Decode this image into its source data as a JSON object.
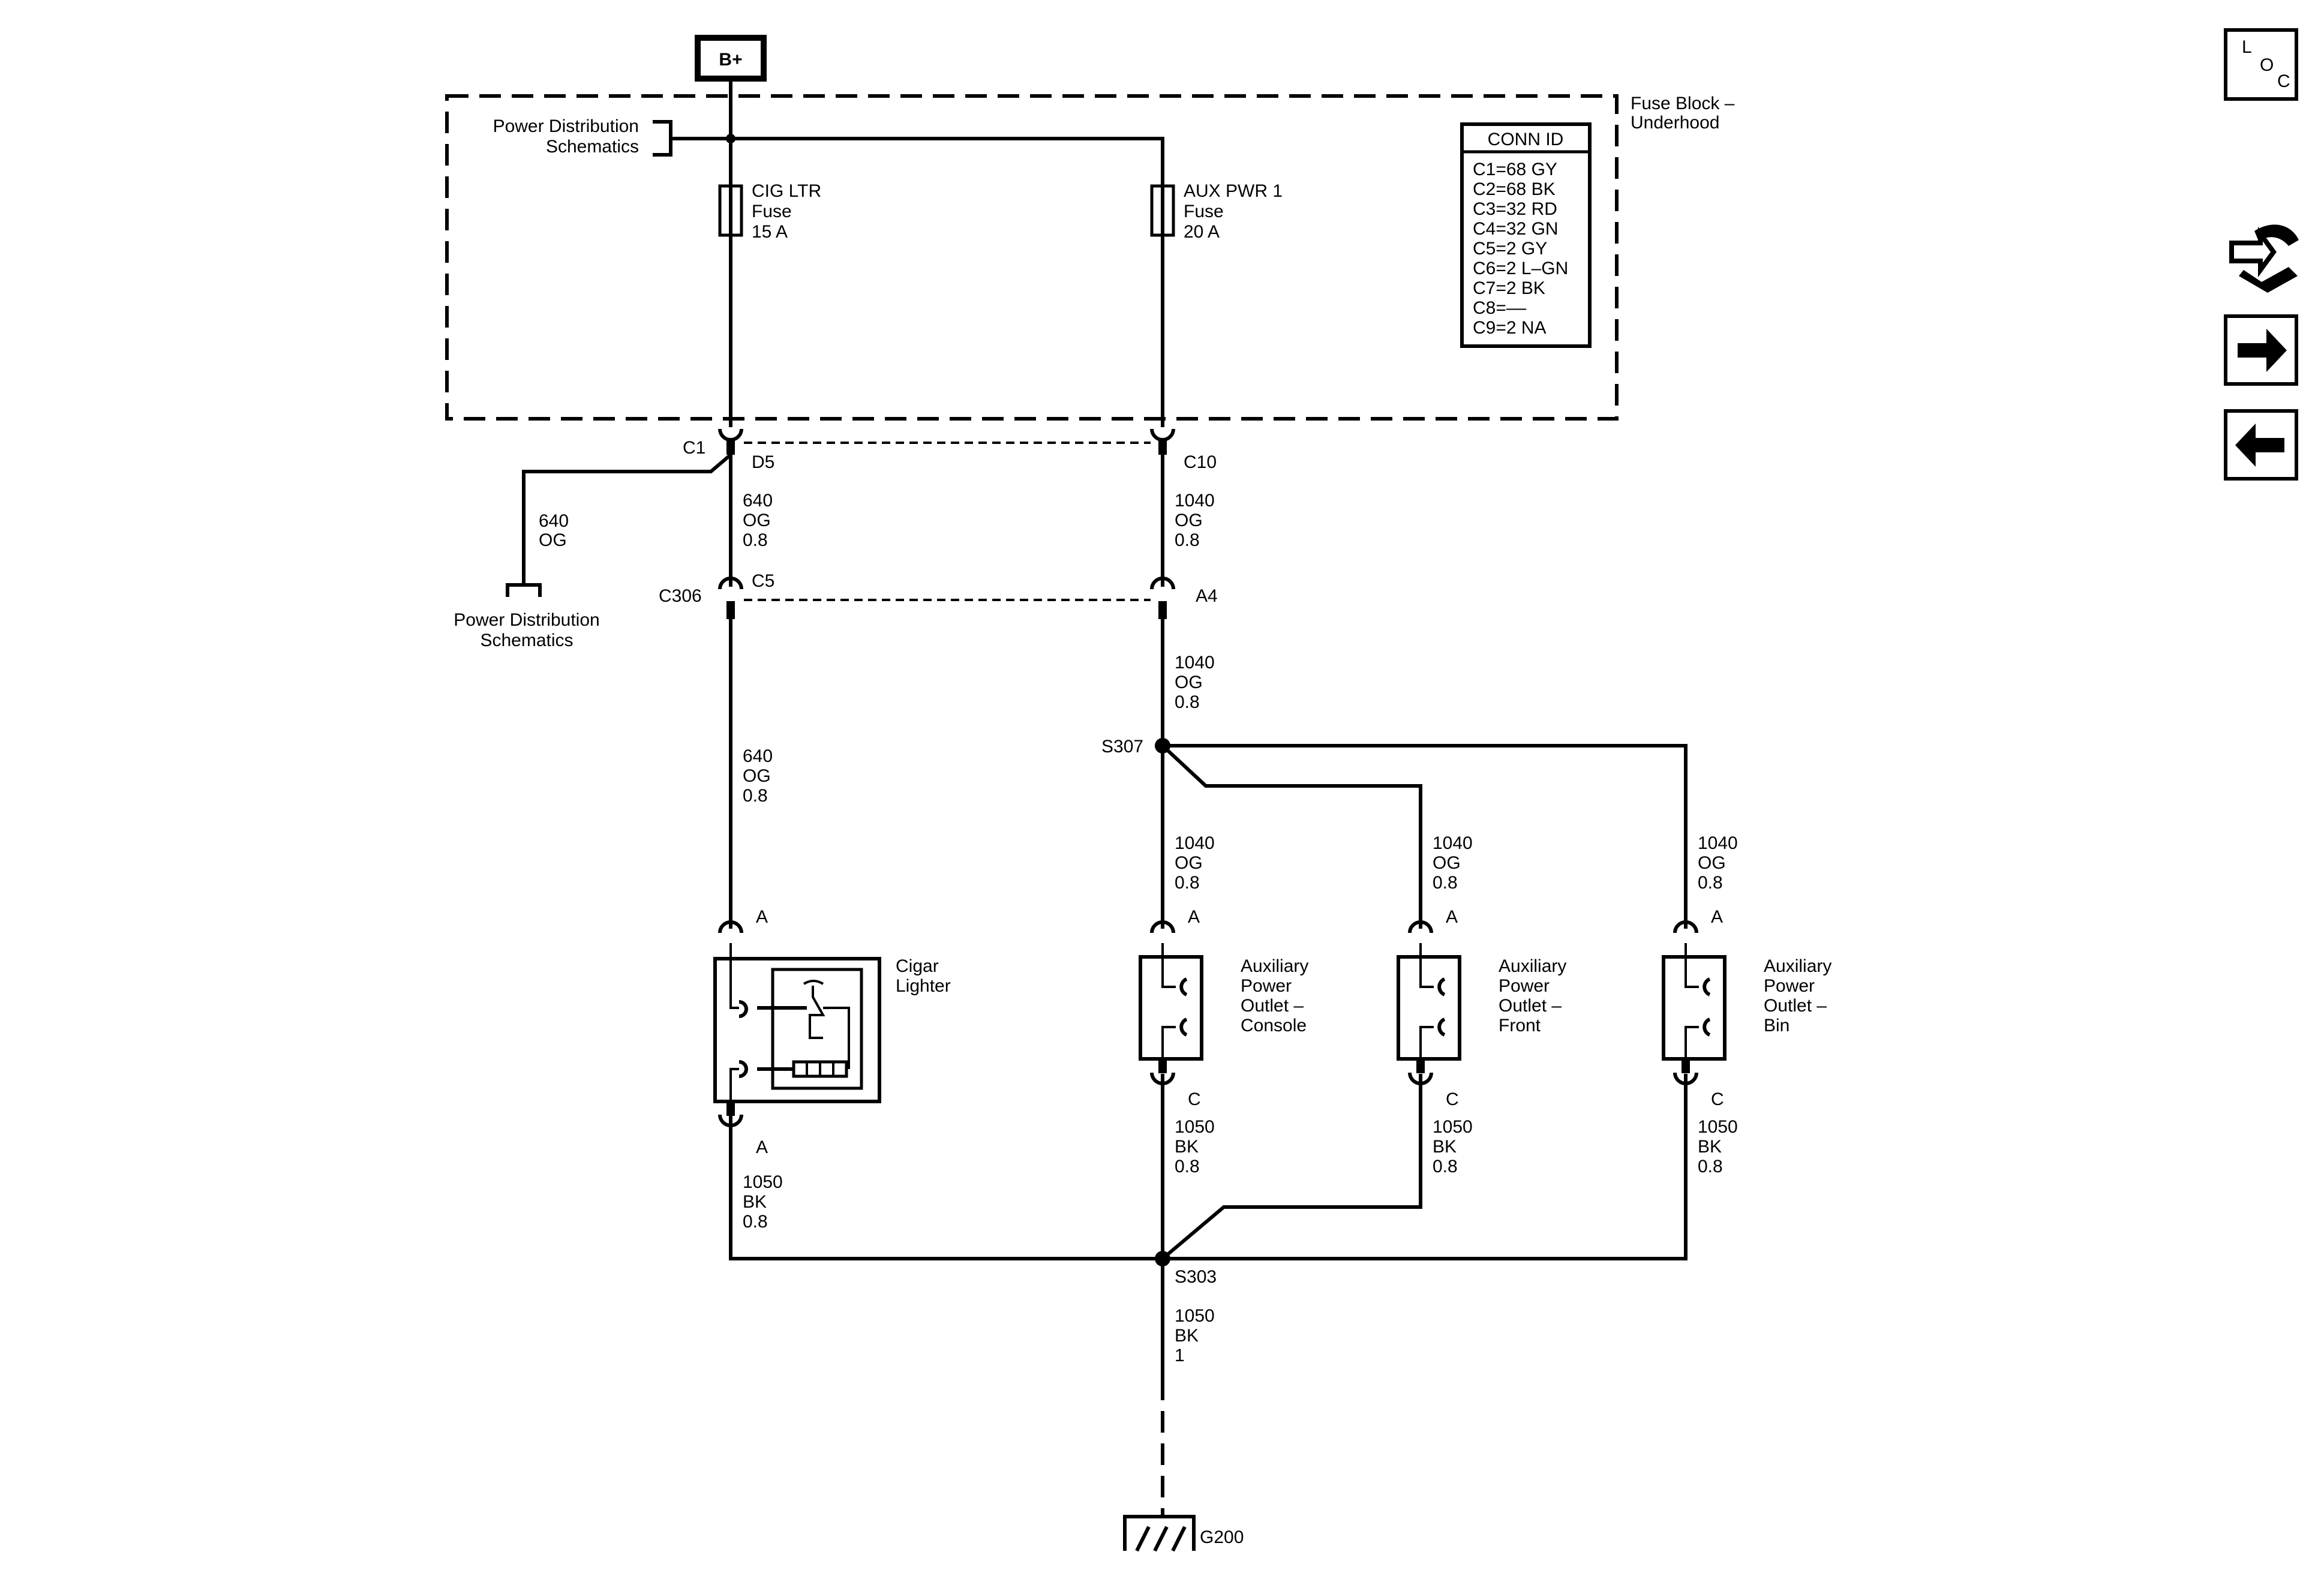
{
  "battery": "B+",
  "fuse_block": {
    "name_line1": "Fuse Block –",
    "name_line2": "Underhood"
  },
  "power_dist_top": {
    "line1": "Power Distribution",
    "line2": "Schematics"
  },
  "power_dist_left": {
    "line1": "Power Distribution",
    "line2": "Schematics"
  },
  "fuses": [
    {
      "name": "CIG LTR",
      "type": "Fuse",
      "rating": "15 A"
    },
    {
      "name": "AUX PWR 1",
      "type": "Fuse",
      "rating": "20 A"
    }
  ],
  "conn_id": {
    "title": "CONN ID",
    "rows": [
      "C1=68 GY",
      "C2=68 BK",
      "C3=32 RD",
      "C4=32 GN",
      "C5=2 GY",
      "C6=2 L–GN",
      "C7=2 BK",
      "C8=––",
      "C9=2 NA"
    ]
  },
  "connectors": {
    "c1": "C1",
    "d5": "D5",
    "c10": "C10",
    "c306": "C306",
    "c5": "C5",
    "a4": "A4"
  },
  "wires": {
    "w640_branch": [
      "640",
      "OG"
    ],
    "w640_a": [
      "640",
      "OG",
      "0.8"
    ],
    "w640_b": [
      "640",
      "OG",
      "0.8"
    ],
    "w1040_a": [
      "1040",
      "OG",
      "0.8"
    ],
    "w1040_b": [
      "1040",
      "OG",
      "0.8"
    ],
    "w1040_console": [
      "1040",
      "OG",
      "0.8"
    ],
    "w1040_front": [
      "1040",
      "OG",
      "0.8"
    ],
    "w1040_bin": [
      "1040",
      "OG",
      "0.8"
    ],
    "w1050_cig": [
      "1050",
      "BK",
      "0.8"
    ],
    "w1050_console": [
      "1050",
      "BK",
      "0.8"
    ],
    "w1050_front": [
      "1050",
      "BK",
      "0.8"
    ],
    "w1050_bin": [
      "1050",
      "BK",
      "0.8"
    ],
    "w1050_ground": [
      "1050",
      "BK",
      "1"
    ]
  },
  "splices": {
    "s307": "S307",
    "s303": "S303"
  },
  "ground": "G200",
  "devices": {
    "cigar": {
      "line1": "Cigar",
      "line2": "Lighter",
      "pin_top": "A",
      "pin_bottom": "A"
    },
    "console": {
      "line1": "Auxiliary",
      "line2": "Power",
      "line3": "Outlet –",
      "line4": "Console",
      "pin_top": "A",
      "pin_bottom": "C"
    },
    "front": {
      "line1": "Auxiliary",
      "line2": "Power",
      "line3": "Outlet –",
      "line4": "Front",
      "pin_top": "A",
      "pin_bottom": "C"
    },
    "bin": {
      "line1": "Auxiliary",
      "line2": "Power",
      "line3": "Outlet –",
      "line4": "Bin",
      "pin_top": "A",
      "pin_bottom": "C"
    }
  },
  "nav": {
    "loc_l": "L",
    "loc_o": "O",
    "loc_c": "C"
  }
}
